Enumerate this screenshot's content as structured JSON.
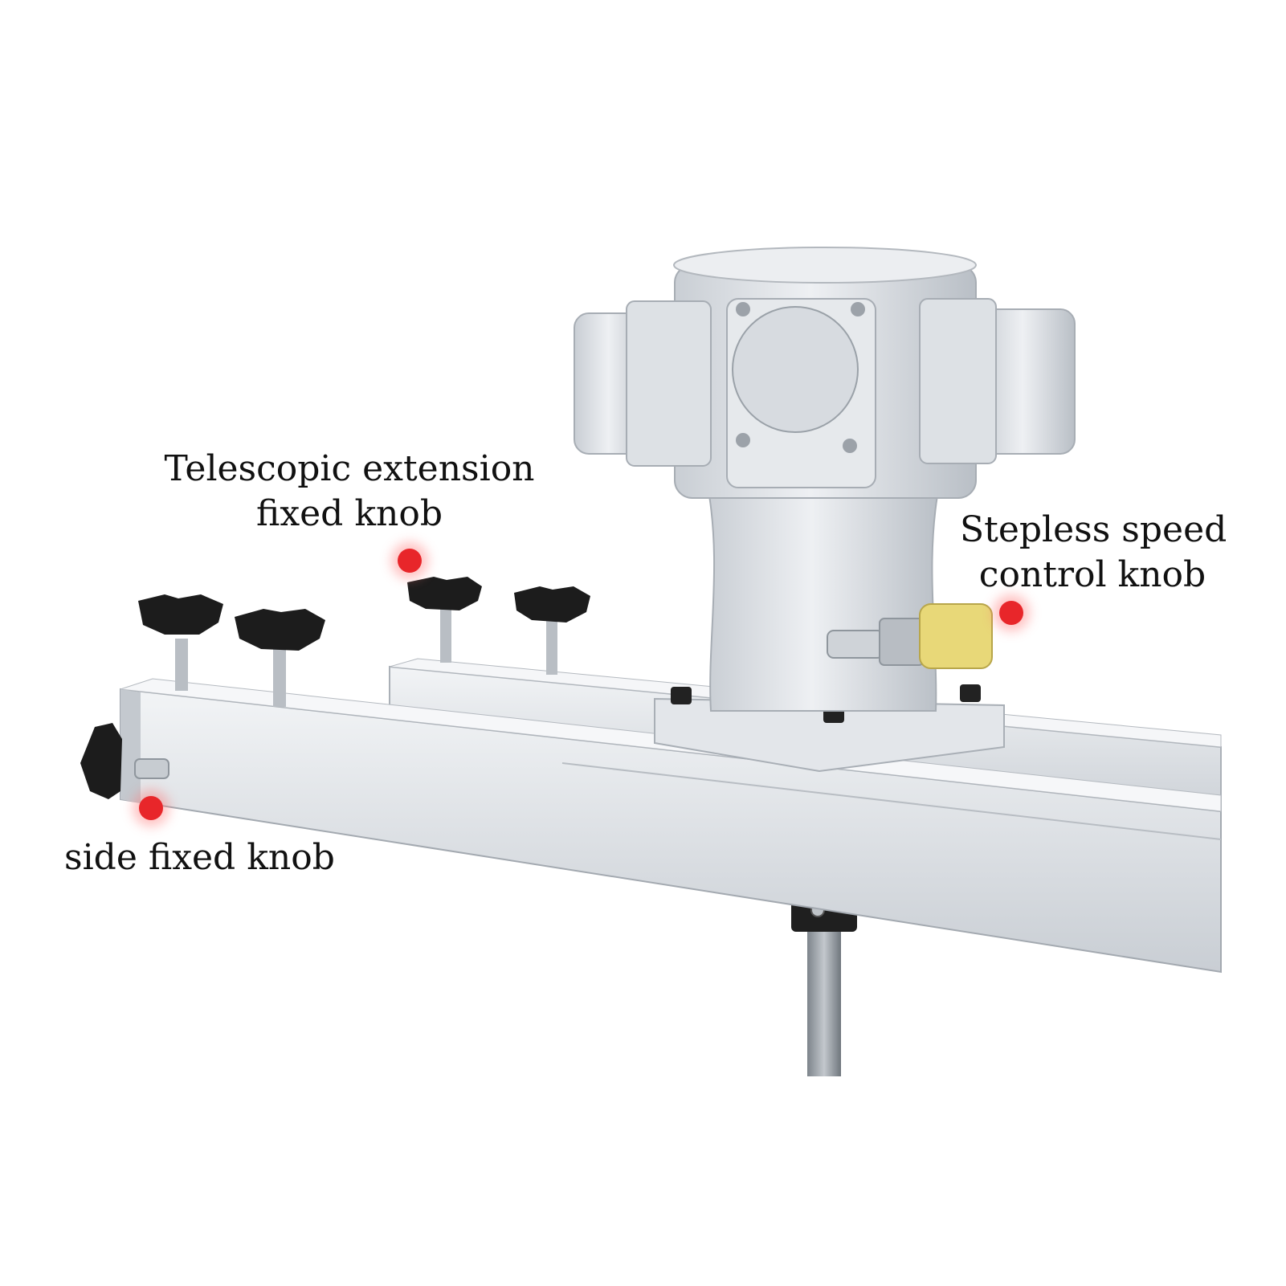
{
  "callouts": {
    "telescopic": {
      "line1": "Telescopic extension",
      "line2": "fixed knob"
    },
    "stepless": {
      "line1": "Stepless speed",
      "line2": "control knob"
    },
    "side": {
      "text": "side fixed knob"
    }
  },
  "colors": {
    "background": "#ffffff",
    "marker": "#e8262a",
    "aluminum": "#d9dde2",
    "knob": "#1c1c1c",
    "brass_valve": "#e8d878"
  },
  "icons": {
    "marker": "red-dot-marker-icon"
  }
}
